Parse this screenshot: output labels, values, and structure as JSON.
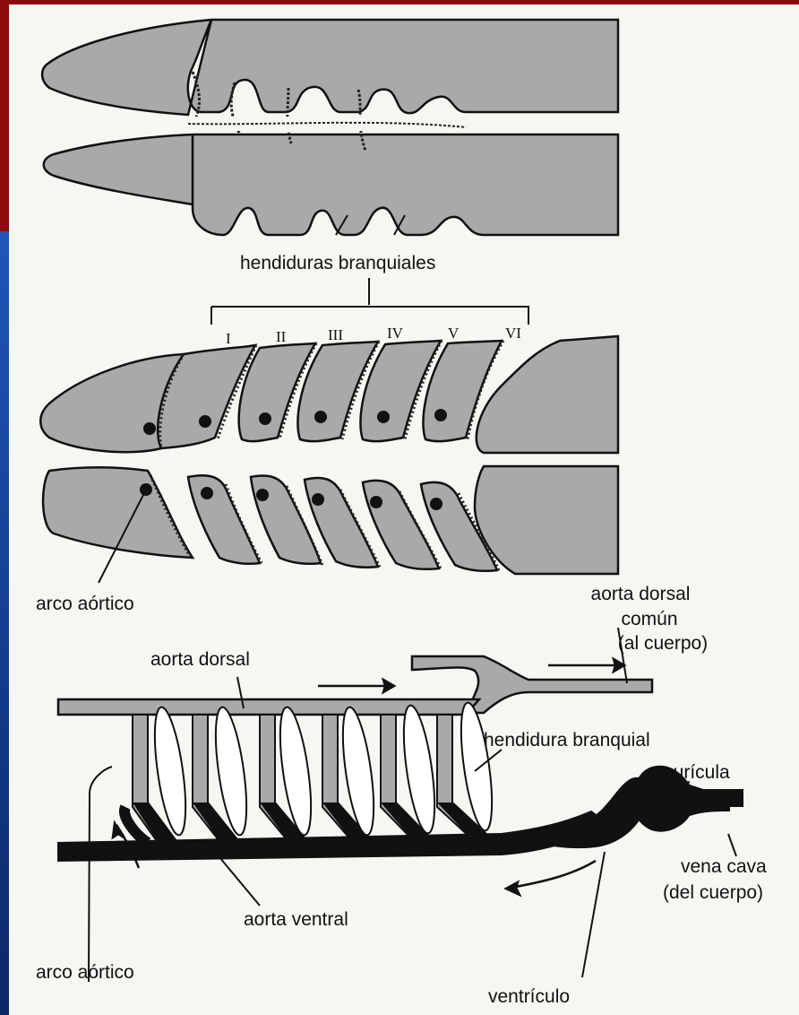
{
  "labels": {
    "gill_slits": "hendiduras branquiales",
    "roman_numerals": [
      "I",
      "II",
      "III",
      "IV",
      "V",
      "VI"
    ],
    "aortic_arch_mid": "arco aórtico",
    "common_dorsal_aorta_1": "aorta dorsal",
    "common_dorsal_aorta_2": "común",
    "common_dorsal_aorta_3": "(al cuerpo)",
    "dorsal_aorta": "aorta dorsal",
    "gill_slit": "hendidura branquial",
    "atrium": "aurícula",
    "vena_cava_1": "vena cava",
    "vena_cava_2": "(del cuerpo)",
    "ventral_aorta": "aorta ventral",
    "aortic_arch_bottom": "arco aórtico",
    "ventricle": "ventrículo"
  },
  "colors": {
    "frame_red": "#8b0a0a",
    "frame_blue": "#1f56b8",
    "tissue_gray": "#a9a9a9",
    "ink": "#111111"
  }
}
